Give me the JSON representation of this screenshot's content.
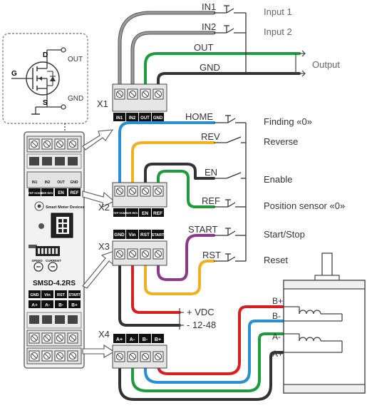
{
  "mosfet": {
    "gate": "G",
    "drain": "D",
    "source": "S",
    "out": "OUT",
    "gnd": "GND"
  },
  "driver": {
    "model": "SMSD-4.2RS",
    "brand": "Smart Motor Devices",
    "x1_pins": [
      "IN1",
      "IN2",
      "OUT",
      "GND"
    ],
    "x2_pins": [
      "STEP HOME",
      "DIR REV",
      "EN",
      "REF"
    ],
    "x3_pins": [
      "GND",
      "Vin",
      "RST",
      "START"
    ],
    "x4_pins": [
      "A+",
      "A-",
      "B-",
      "B+"
    ],
    "speed_label": "SPEED",
    "current_label": "CURRENT"
  },
  "connectors": {
    "x1": {
      "label": "X1",
      "pins": [
        "IN1",
        "IN2",
        "OUT",
        "GND"
      ]
    },
    "x2": {
      "label": "X2",
      "pins": [
        "STEP HOME",
        "DIR REV",
        "EN",
        "REF"
      ]
    },
    "x3": {
      "label": "X3",
      "pins": [
        "GND",
        "Vin",
        "RST",
        "START"
      ]
    },
    "x4": {
      "label": "X4",
      "pins": [
        "A+",
        "A-",
        "B-",
        "B+"
      ]
    }
  },
  "wires": {
    "in1": "IN1",
    "in2": "IN2",
    "out": "OUT",
    "gnd": "GND",
    "home": "HOME",
    "rev": "REV",
    "en": "EN",
    "ref": "REF",
    "start": "START",
    "rst": "RST"
  },
  "descriptions": {
    "input1": "Input 1",
    "input2": "Input 2",
    "output": "Output",
    "finding": "Finding «0»",
    "reverse": "Reverse",
    "enable": "Enable",
    "position": "Position sensor «0»",
    "startstop": "Start/Stop",
    "reset": "Reset"
  },
  "power": {
    "plus": "+ VDC",
    "minus": "-  12-48"
  },
  "motor": {
    "pins": [
      "B+",
      "B-",
      "A-",
      "A+"
    ]
  },
  "colors": {
    "wire_gray": "#9a9a9a",
    "wire_green": "#1f9a3c",
    "wire_black": "#333333",
    "wire_blue": "#2a8fd0",
    "wire_yellow": "#f0b020",
    "wire_purple": "#8a3a8a",
    "wire_red": "#d42020"
  }
}
